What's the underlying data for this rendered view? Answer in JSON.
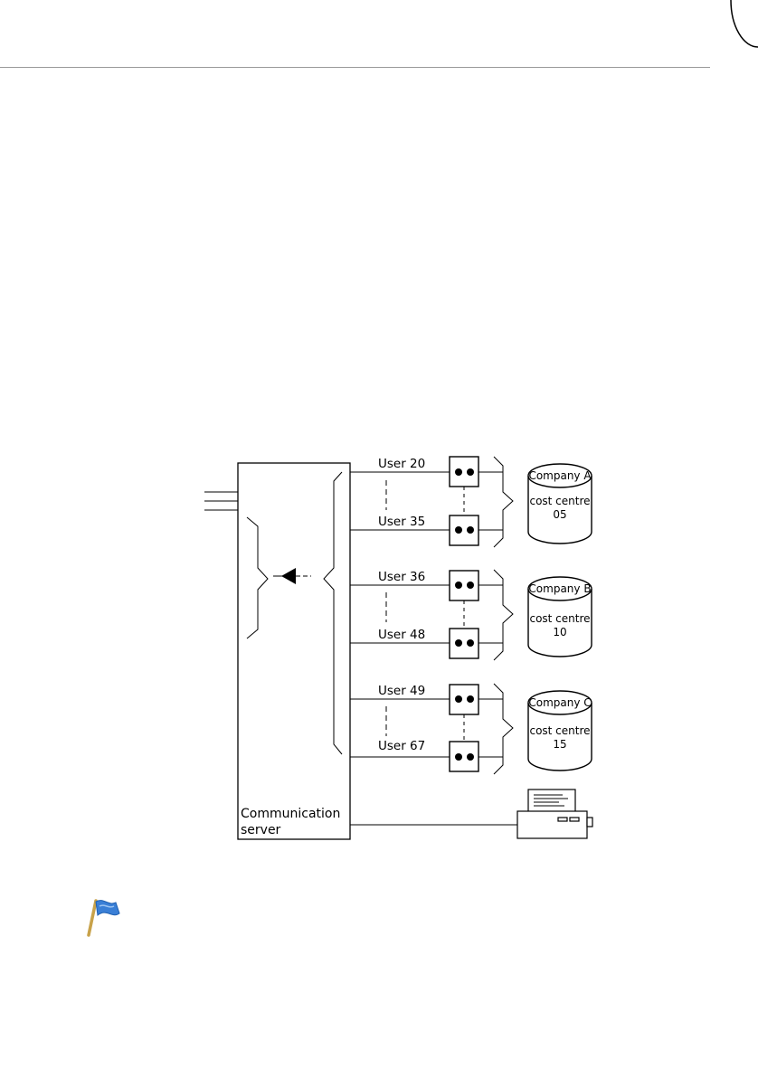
{
  "diagram": {
    "server_label_line1": "Communication",
    "server_label_line2": "server",
    "groups": [
      {
        "company": "Company A",
        "cost_centre_label": "cost centre",
        "cost_centre": "05",
        "first_user": "User 20",
        "last_user": "User 35"
      },
      {
        "company": "Company B",
        "cost_centre_label": "cost centre",
        "cost_centre": "10",
        "first_user": "User 36",
        "last_user": "User 48"
      },
      {
        "company": "Company C",
        "cost_centre_label": "cost centre",
        "cost_centre": "15",
        "first_user": "User 49",
        "last_user": "User 67"
      }
    ],
    "icons": [
      "telephone-socket-icon",
      "database-cylinder-icon",
      "printer-icon",
      "direction-arrow-icon"
    ]
  },
  "note": {
    "icon": "note-flag-icon",
    "colors": {
      "flag": "#3a7fd6",
      "pole": "#c8a24a"
    }
  }
}
